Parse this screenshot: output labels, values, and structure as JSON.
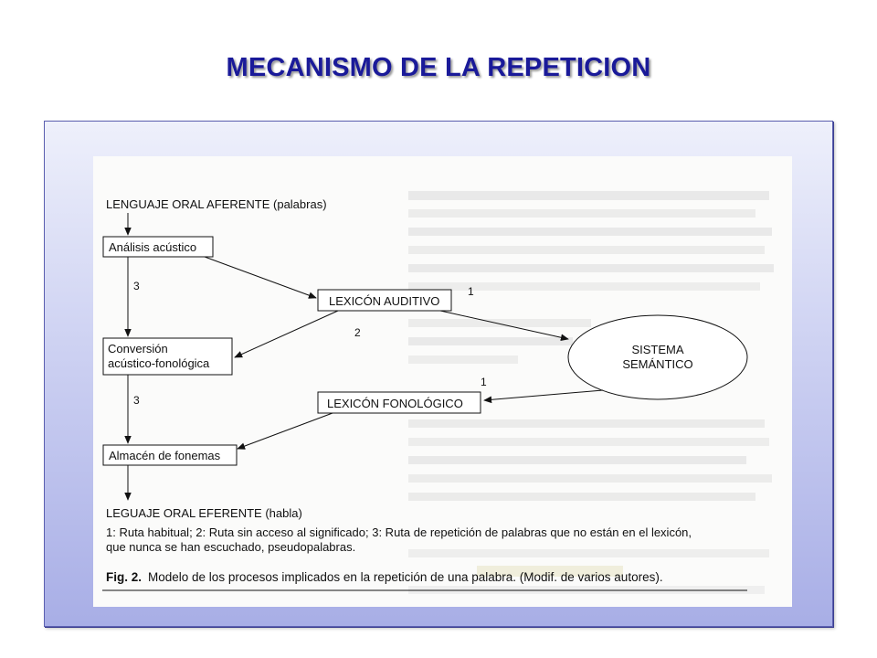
{
  "slide": {
    "title": "MECANISMO DE LA REPETICION"
  },
  "diagram": {
    "input_label": "LENGUAJE ORAL AFERENTE (palabras)",
    "nodes": {
      "analisis": "Análisis acústico",
      "lexicon_auditivo": "LEXICÓN AUDITIVO",
      "conversion_line1": "Conversión",
      "conversion_line2": "acústico-fonológica",
      "sistema_line1": "SISTEMA",
      "sistema_line2": "SEMÁNTICO",
      "lexicon_fonologico": "LEXICÓN FONOLÓGICO",
      "almacen": "Almacén de fonemas"
    },
    "output_label": "LEGUAJE ORAL EFERENTE (habla)",
    "route_numbers": {
      "analisis_to_conversion": "3",
      "analisis_to_lexicon": "1",
      "lexicon_to_conversion": "2",
      "sistema_to_fonologico": "1",
      "conversion_to_almacen": "3"
    },
    "legend_line1": "1: Ruta habitual; 2: Ruta sin acceso al significado; 3: Ruta de repetición de palabras que no están en el lexicón,",
    "legend_line2": "que nunca se han escuchado, pseudopalabras.",
    "caption_label": "Fig. 2.",
    "caption_text": "Modelo de los procesos implicados en la repetición de una palabra. (Modif. de varios autores)."
  },
  "colors": {
    "title": "#1a1a99",
    "panel_border": "#5b5fb0",
    "panel_gradient_top": "#eef0fb",
    "panel_gradient_bottom": "#a8aee6"
  }
}
